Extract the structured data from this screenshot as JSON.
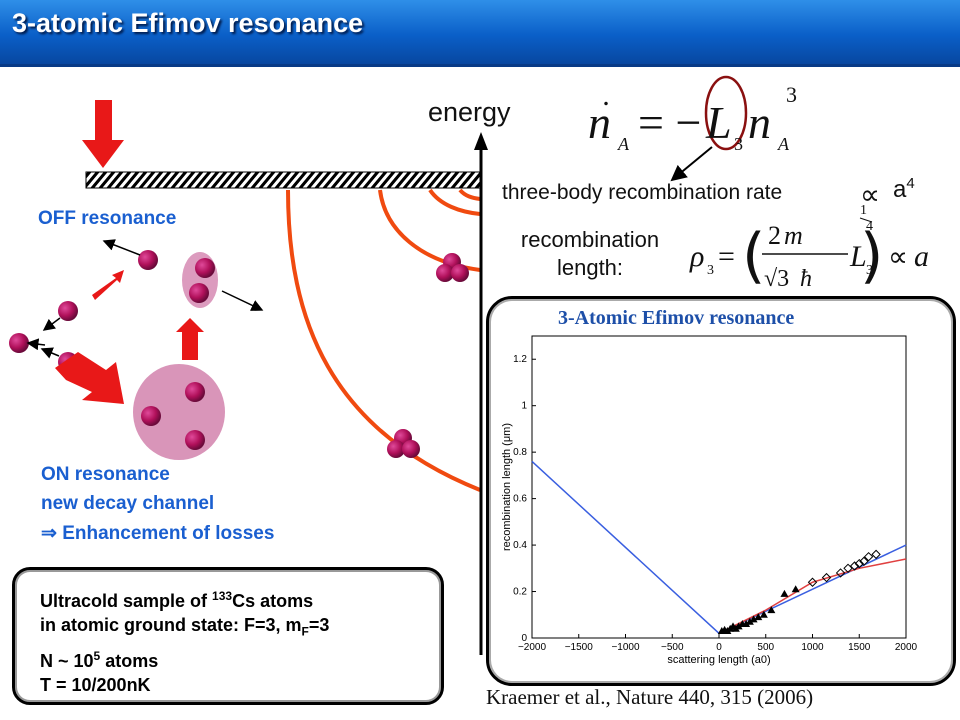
{
  "slide": {
    "title": "3-atomic Efimov resonance",
    "energy_label": "energy",
    "off_label": "OFF resonance",
    "on_lines": [
      "ON resonance",
      "new decay channel",
      "Enhancement of losses"
    ],
    "three_body_label": "three-body recombination rate",
    "a4_label": "a",
    "a4_exponent": "4",
    "recomb_label": "recombination length:",
    "info_lines": {
      "line1_pre": "Ultracold sample of ",
      "line1_sup": "133",
      "line1_post": "Cs atoms",
      "line2_pre": "in atomic ground state: F=3, m",
      "line2_sub": "F",
      "line2_post": "=3",
      "line3_pre": "N ~ 10",
      "line3_sup": "5",
      "line3_post": " atoms",
      "line4": "T = 10/200nK"
    },
    "citation": "Kraemer et al., Nature 440, 315 (2006)"
  },
  "colors": {
    "accent": "#1a5fd0",
    "atom": "#b0105a",
    "curve": "#f04a10",
    "arrow": "#e81818",
    "line_fit": "#3a5fe0",
    "theory": "#e04040"
  },
  "chart_data": {
    "type": "scatter",
    "title": "3-Atomic Efimov resonance",
    "xlabel": "scattering length (a0)",
    "ylabel": "recombination length (μm)",
    "xlim": [
      -2000,
      2000
    ],
    "ylim": [
      0,
      1.3
    ],
    "xticks": [
      -2000,
      -1500,
      -1000,
      -500,
      0,
      500,
      1000,
      1500,
      2000
    ],
    "yticks": [
      0,
      0.2,
      0.4,
      0.6,
      0.8,
      1,
      1.2
    ],
    "series": [
      {
        "kind": "line",
        "x": [
          -2000,
          0,
          2000
        ],
        "y": [
          0.76,
          0.02,
          0.4
        ]
      },
      {
        "kind": "line",
        "x": [
          0,
          500,
          1000,
          1500,
          2000
        ],
        "y": [
          0.02,
          0.12,
          0.24,
          0.3,
          0.34
        ]
      },
      {
        "kind": "scatter-filled",
        "x": [
          30,
          60,
          90,
          120,
          150,
          180,
          210,
          250,
          290,
          330,
          370,
          420,
          480,
          560,
          700,
          820
        ],
        "y": [
          0.03,
          0.035,
          0.03,
          0.04,
          0.05,
          0.04,
          0.05,
          0.06,
          0.06,
          0.07,
          0.08,
          0.09,
          0.1,
          0.12,
          0.19,
          0.21
        ]
      },
      {
        "kind": "scatter-open",
        "x": [
          1000,
          1150,
          1300,
          1380,
          1450,
          1500,
          1550,
          1600,
          1680
        ],
        "y": [
          0.24,
          0.26,
          0.28,
          0.3,
          0.31,
          0.32,
          0.33,
          0.35,
          0.36
        ]
      }
    ]
  }
}
